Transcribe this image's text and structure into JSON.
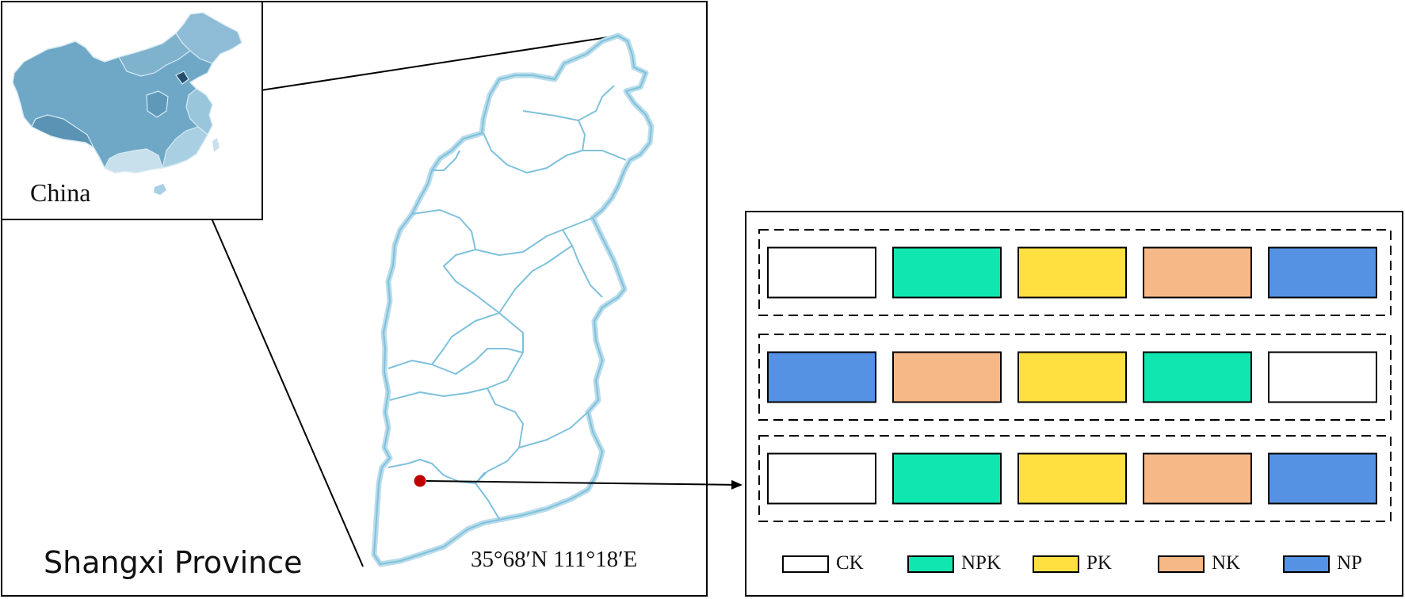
{
  "map": {
    "inset_label": "China",
    "province_label": "Shangxi Province",
    "site_coordinates": "35°68′N 111°18′E"
  },
  "colors": {
    "CK": "#ffffff",
    "NPK": "#10e6b0",
    "PK": "#ffe040",
    "NK": "#f7b888",
    "NP": "#5592e3",
    "site_marker": "#c00000",
    "province_fill_edge": "#7fc1dc",
    "china_fill": "#6fa8c6"
  },
  "plot_layout": {
    "rows": [
      [
        "CK",
        "NPK",
        "PK",
        "NK",
        "NP"
      ],
      [
        "NP",
        "NK",
        "PK",
        "NPK",
        "CK"
      ],
      [
        "CK",
        "NPK",
        "PK",
        "NK",
        "NP"
      ]
    ]
  },
  "legend": [
    {
      "key": "CK",
      "label": "CK"
    },
    {
      "key": "NPK",
      "label": "NPK"
    },
    {
      "key": "PK",
      "label": "PK"
    },
    {
      "key": "NK",
      "label": "NK"
    },
    {
      "key": "NP",
      "label": "NP"
    }
  ]
}
